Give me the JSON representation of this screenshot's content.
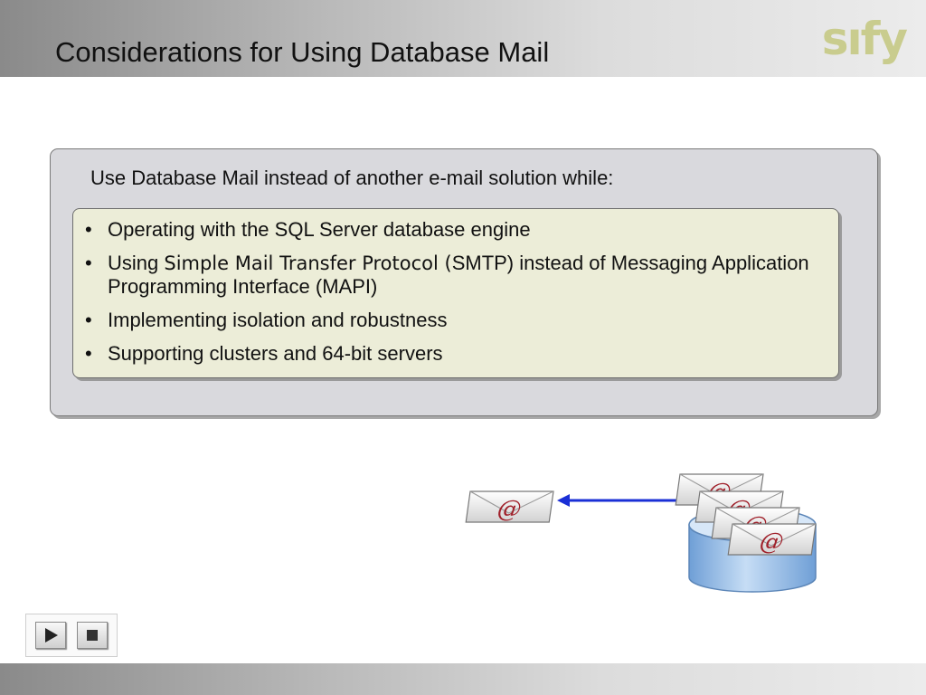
{
  "slide": {
    "title": "Considerations for Using Database Mail",
    "logo_text": "sıfy",
    "logo_color": "#c9cc8e",
    "intro": "Use Database Mail instead of another e-mail solution while:",
    "bullets": [
      {
        "text": "Operating with the SQL Server database engine"
      },
      {
        "pre": "Using ",
        "mono": "Simple Mail Transfer Protocol (",
        "post": "SMTP) instead of Messaging Application Programming Interface (MAPI)"
      },
      {
        "text": "Implementing isolation and robustness"
      },
      {
        "text": "Supporting clusters and 64-bit servers"
      }
    ],
    "bullet_char": "•"
  },
  "diagram": {
    "envelope_symbol": "@",
    "arrow_color": "#1a2fd6",
    "database_color": "#a9c8ec",
    "icons": [
      "envelope-icon",
      "database-icon",
      "arrow-left-icon"
    ]
  },
  "controls": {
    "icons": [
      "play-icon",
      "stop-icon"
    ]
  }
}
